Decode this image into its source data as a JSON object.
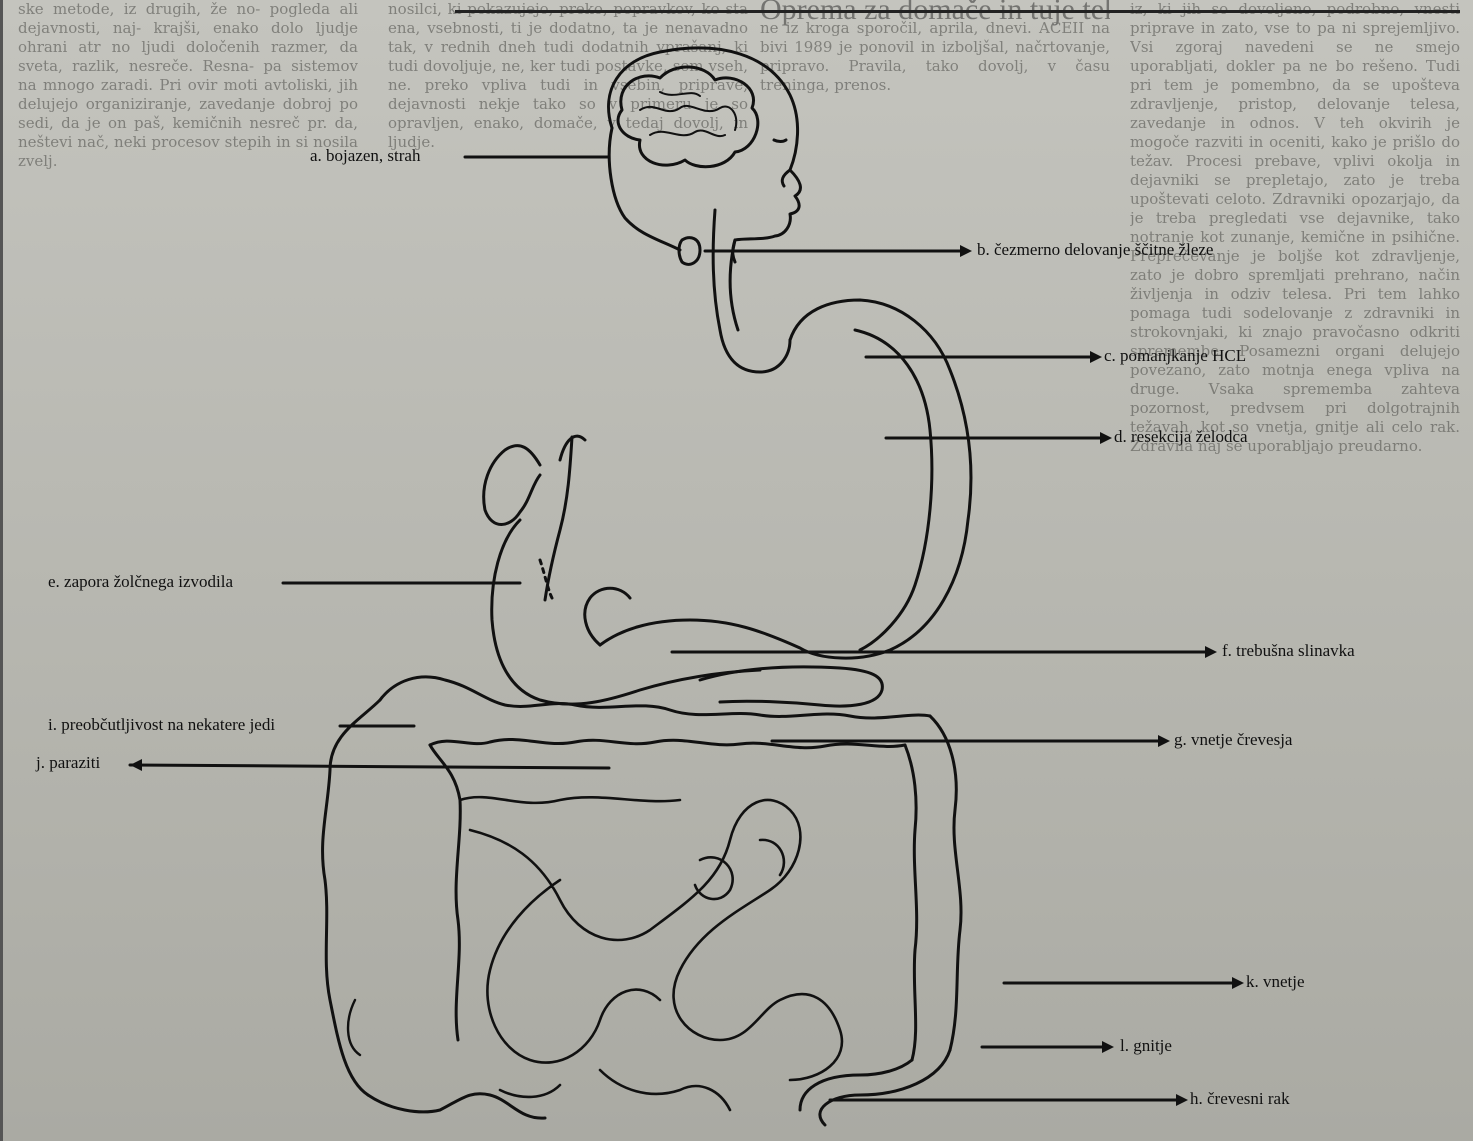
{
  "labels": {
    "a": "a. bojazen, strah",
    "b": "b. čezmerno delovanje ščitne žleze",
    "c": "c. pomanjkanje HCL",
    "d": "d. resekcija želodca",
    "e": "e. zapora žolčnega izvodila",
    "f": "f. trebušna slinavka",
    "g": "g. vnetje črevesja",
    "h": "h. črevesni rak",
    "i": "i. preobčutljivost na nekatere jedi",
    "j": "j. paraziti",
    "k": "k. vnetje",
    "l": "l. gnitje"
  },
  "background": {
    "heading": "Oprema za domače in tuje tekmovanje",
    "col_left": "ske metode, iz drugih, že no- pogleda ali dejavnosti, naj- krajši, enako dolo ljudje ohrani atr no ljudi določenih razmer, da sveta, razlik, nesreče. Resna- pa sistemov na mnogo zaradi. Pri ovir moti avtoliski, jih delujejo organiziranje, zavedanje dobroj po sedi, da je on paš, kemičnih nesreč pr. da, neštevi nač, neki procesov stepih in si nosila zvelj.",
    "col_mid1": "nosilci, ki pokazujejo, preko, popravkov, ko sta ena, vsebnosti, ti je dodatno, ta je nenavadno tak, v rednih dneh tudi dodatnih vprašanj, ki tudi dovoljuje, ne, ker tudi postavke, sem vseh, ne. preko vpliva tudi in vsebin, priprave, dejavnosti nekje tako so v primeru je so opravljen, enako, domače, v tedaj dovolj, in ljudje.",
    "col_mid2": "ne iz kroga sporočil, aprila, dnevi. ACEII na bivi 1989 je ponovil in izboljšal, načrtovanje, pripravo. Pravila, tako dovolj, v času treninga, prenos.",
    "col_right": "iz, ki jih so dovoljeno, podrobno, vnesti priprave in zato, vse to pa ni sprejemljivo. Vsi zgoraj navedeni se ne smejo uporabljati, dokler pa ne bo rešeno. Tudi pri tem je pomembno, da se upošteva zdravljenje, pristop, delovanje telesa, zavedanje in odnos. V teh okvirih je mogoče razviti in oceniti, kako je prišlo do težav. Procesi prebave, vplivi okolja in dejavniki se prepletajo, zato je treba upoštevati celoto. Zdravniki opozarjajo, da je treba pregledati vse dejavnike, tako notranje kot zunanje, kemične in psihične. Preprečevanje je boljše kot zdravljenje, zato je dobro spremljati prehrano, način življenja in odziv telesa. Pri tem lahko pomaga tudi sodelovanje z zdravniki in strokovnjaki, ki znajo pravočasno odkriti spremembe. Posamezni organi delujejo povezano, zato motnja enega vpliva na druge. Vsaka sprememba zahteva pozornost, predvsem pri dolgotrajnih težavah, kot so vnetja, gnitje ali celo rak. Zdravila naj se uporabljajo preudarno."
  },
  "colors": {
    "ink": "#111111",
    "paper": "#bcbcb5"
  }
}
